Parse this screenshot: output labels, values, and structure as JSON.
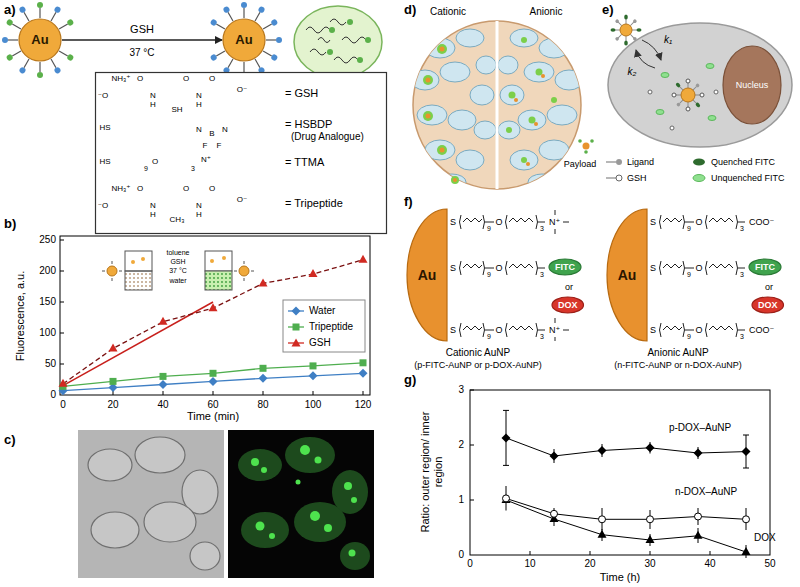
{
  "diagram": {
    "nodes": [
      {
        "text": [
          "Au"
        ]
      },
      {
        "text": [
          "Au"
        ]
      },
      {
        "text": [
          "= GSH",
          "= HSBDP",
          "(Drug Analogue)",
          "= TTMA",
          "= Tripeptide"
        ]
      },
      {
        "text": [
          "Nucleus"
        ]
      },
      {
        "text": [
          "Au"
        ]
      },
      {
        "text": [
          "FITC"
        ]
      },
      {
        "text": [
          "DOX"
        ]
      },
      {
        "text": [
          "Au"
        ]
      },
      {
        "text": [
          "FITC"
        ]
      },
      {
        "text": [
          "DOX"
        ]
      }
    ],
    "edges": [
      {
        "from": 0,
        "to": 1,
        "arrow": "to",
        "label": "GSH"
      }
    ],
    "labels": [
      "a)",
      "b)",
      "c)",
      "d)",
      "e)",
      "f)",
      "g)",
      "37 °C",
      "⁻O",
      "NH₃⁺",
      "O",
      "N",
      "H",
      "SH",
      "O",
      "N",
      "H",
      "O",
      "O⁻",
      "HS",
      "N",
      "B",
      "N",
      "F",
      "F",
      "HS",
      "9",
      "O",
      "3",
      "N⁺",
      "⁻O",
      "NH₃⁺",
      "O",
      "N",
      "H",
      "CH₃",
      "O",
      "N",
      "H",
      "O",
      "O⁻",
      "Fluorescence, a.u.",
      "Time (min)",
      "0",
      "50",
      "100",
      "150",
      "200",
      "250",
      "0",
      "20",
      "40",
      "60",
      "80",
      "100",
      "120",
      "toluene",
      "GSH",
      "37 °C",
      "water",
      "Cationic",
      "Anionic",
      "Payload",
      "k₁",
      "k₂",
      "S",
      "9",
      "O",
      "3",
      "S",
      "9",
      "O",
      "3",
      "S",
      "9",
      "O",
      "3",
      "N⁺",
      "N⁺",
      "or",
      "Cationic AuNP",
      "(p-FITC-AuNP or p-DOX-AuNP)",
      "S",
      "9",
      "O",
      "3",
      "S",
      "9",
      "O",
      "3",
      "S",
      "9",
      "O",
      "3",
      "COO⁻",
      "COO⁻",
      "or",
      "Anionic AuNP",
      "(n-FITC-AuNP or n-DOX-AuNP)",
      "Ratio: outer region/ inner region",
      "Time (h)",
      "0",
      "1",
      "2",
      "3",
      "0",
      "10",
      "20",
      "30",
      "40",
      "50",
      "p-DOX–AuNP",
      "n-DOX–AuNP",
      "DOX"
    ],
    "legend": [
      {
        "text": "Water"
      },
      {
        "text": "Tripeptide"
      },
      {
        "text": "GSH"
      },
      {
        "text": "Ligand"
      },
      {
        "text": "Quenched FITC"
      },
      {
        "text": "GSH"
      },
      {
        "text": "Unquenched FITC"
      }
    ]
  }
}
